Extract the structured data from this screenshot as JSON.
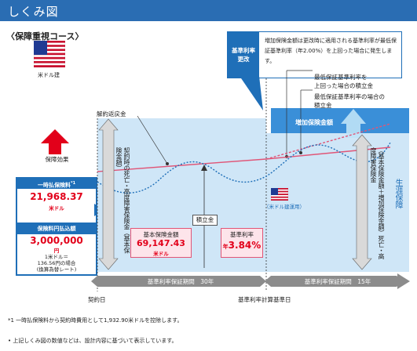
{
  "header": {
    "title": "しくみ図"
  },
  "section": {
    "title": "〈保障重視コース〉"
  },
  "flag": {
    "caption": "米ドル建"
  },
  "left_labels": {
    "benefit_effect": "保障効果",
    "lump_premium_label": "一時払保険料",
    "lump_premium_mark": "*1",
    "lump_premium_value": "21,968.37",
    "lump_premium_unit": "米ドル",
    "paid_label": "保険料円払込額",
    "paid_value": "3,000,000",
    "paid_unit": "円",
    "rate_note_1": "1米ドル＝",
    "rate_note_2": "136.56円の場合",
    "rate_note_3": "(換算為替レート)"
  },
  "callout": {
    "tag_line1": "基準利率",
    "tag_line2": "更改",
    "text": "増加保険金額は更改時に適用される基準利率が最低保証基準利率（年2.00%）を上回った場合に発生します。"
  },
  "legend": {
    "above": "最低保証基準利率を\n上回った場合の積立金",
    "below": "最低保証基準利率の場合の\n積立金"
  },
  "chart_labels": {
    "surrender": "解約返戻金",
    "death_benefit_1": "契約時の死亡・高度障害保険金（基本保険金額）",
    "death_benefit_2": "（基本保険金額＋増加保険金額）死亡・高度障害保険金",
    "reserve": "積立金",
    "basic_amount_label": "基本保険金額",
    "basic_amount_value": "69,147.43",
    "basic_amount_unit": "米ドル",
    "rate_label": "基準利率",
    "rate_prefix": "年",
    "rate_value": "3.84%",
    "increase_amount": "増加保険金額",
    "whole_life": "生涯保障",
    "usd_operation": "（米ドル建運用）"
  },
  "periods": {
    "first": "基準利率保証期間　30年",
    "second": "基準利率保証期間　15年"
  },
  "timeline": {
    "contract_day": "契約日",
    "rate_calc_day": "基準利率計算基準日"
  },
  "footnotes": {
    "note1": "*1 一時払保険料から契約時費用として1,932.90米ドルを控除します。",
    "note2": "• 上記しくみ図の数値などは、設計内容に基づいて表示しています。"
  },
  "colors": {
    "brand_blue": "#2a6db3",
    "red": "#e2001a",
    "pink": "#e05577",
    "light_blue": "#cfe6f7"
  }
}
